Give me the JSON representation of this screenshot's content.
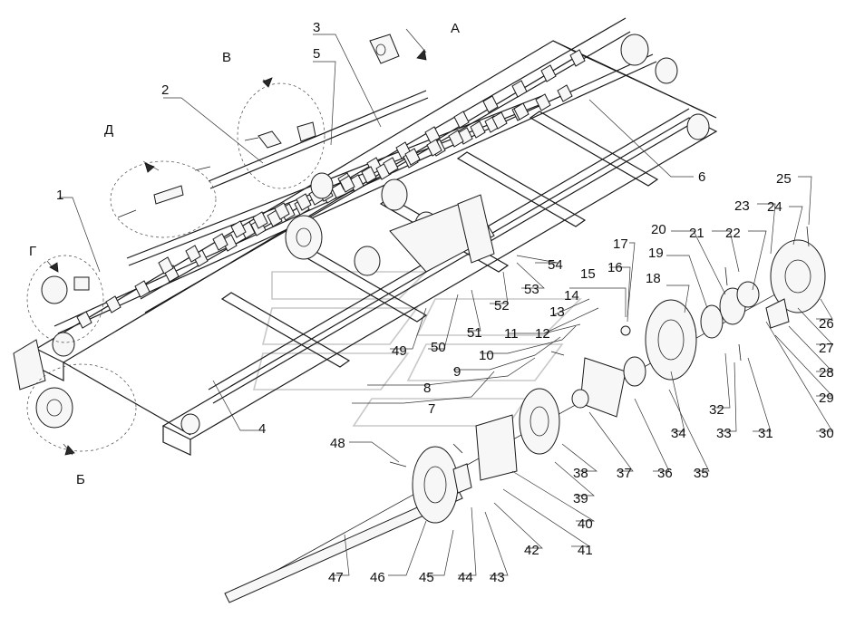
{
  "diagram": {
    "callouts": {
      "c1": "1",
      "c2": "2",
      "c3": "3",
      "c4": "4",
      "c5": "5",
      "c6": "6",
      "c7": "7",
      "c8": "8",
      "c9": "9",
      "c10": "10",
      "c11": "11",
      "c12": "12",
      "c13": "13",
      "c14": "14",
      "c15": "15",
      "c16": "16",
      "c17": "17",
      "c18": "18",
      "c19": "19",
      "c20": "20",
      "c21": "21",
      "c22": "22",
      "c23": "23",
      "c24": "24",
      "c25": "25",
      "c26": "26",
      "c27": "27",
      "c28": "28",
      "c29": "29",
      "c30": "30",
      "c31": "31",
      "c32": "32",
      "c33": "33",
      "c34": "34",
      "c35": "35",
      "c36": "36",
      "c37": "37",
      "c38": "38",
      "c39": "39",
      "c40": "40",
      "c41": "41",
      "c42": "42",
      "c43": "43",
      "c44": "44",
      "c45": "45",
      "c46": "46",
      "c47": "47",
      "c48": "48",
      "c49": "49",
      "c50": "50",
      "c51": "51",
      "c52": "52",
      "c53": "53",
      "c54": "54"
    },
    "views": {
      "A": "А",
      "B": "Б",
      "V": "В",
      "G": "Г",
      "D": "Д"
    }
  }
}
